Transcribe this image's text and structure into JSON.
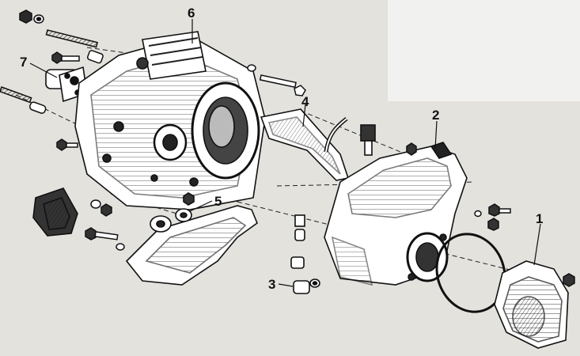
{
  "diagram": {
    "callouts": [
      {
        "id": "c1",
        "label": "1"
      },
      {
        "id": "c2",
        "label": "2"
      },
      {
        "id": "c3",
        "label": "3"
      },
      {
        "id": "c4",
        "label": "4"
      },
      {
        "id": "c5",
        "label": "5"
      },
      {
        "id": "c6",
        "label": "6"
      },
      {
        "id": "c7",
        "label": "7"
      }
    ]
  },
  "colors": {
    "paper": "#e4e2dd",
    "ink": "#151515",
    "shade": "#6d6d6d"
  }
}
